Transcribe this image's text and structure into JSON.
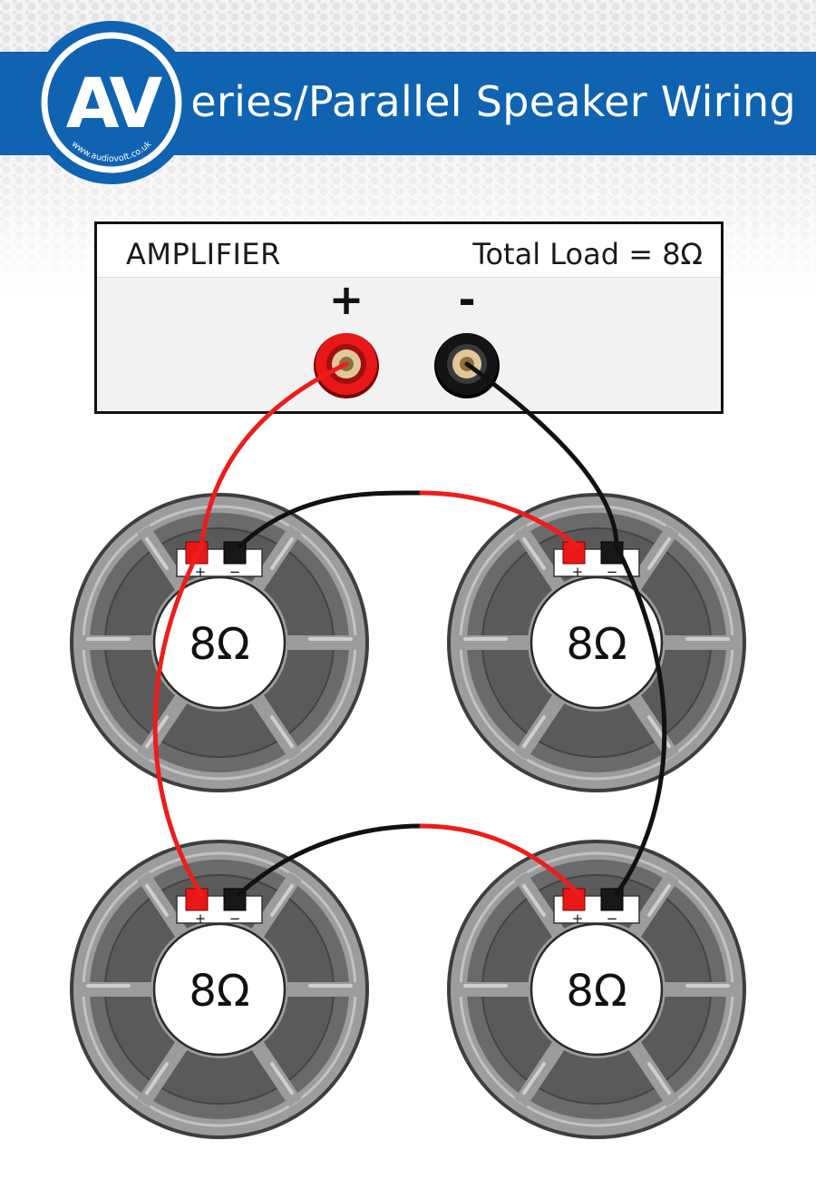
{
  "header": {
    "title": "Series/Parallel Speaker Wiring",
    "logo_text": "AV",
    "logo_url_text": "www.audiovolt.co.uk",
    "banner_color": "#0f63b0"
  },
  "amplifier": {
    "label": "AMPLIFIER",
    "load_text": "Total Load = 8Ω",
    "positive_symbol": "+",
    "negative_symbol": "-"
  },
  "speakers": [
    {
      "impedance": "8Ω",
      "plus": "+",
      "minus": "−"
    },
    {
      "impedance": "8Ω",
      "plus": "+",
      "minus": "−"
    },
    {
      "impedance": "8Ω",
      "plus": "+",
      "minus": "−"
    },
    {
      "impedance": "8Ω",
      "plus": "+",
      "minus": "−"
    }
  ],
  "colors": {
    "positive_wire": "#ee1c1c",
    "negative_wire": "#111111",
    "speaker_frame": "#9c9c9c",
    "speaker_cone": "#5a5a5a"
  }
}
